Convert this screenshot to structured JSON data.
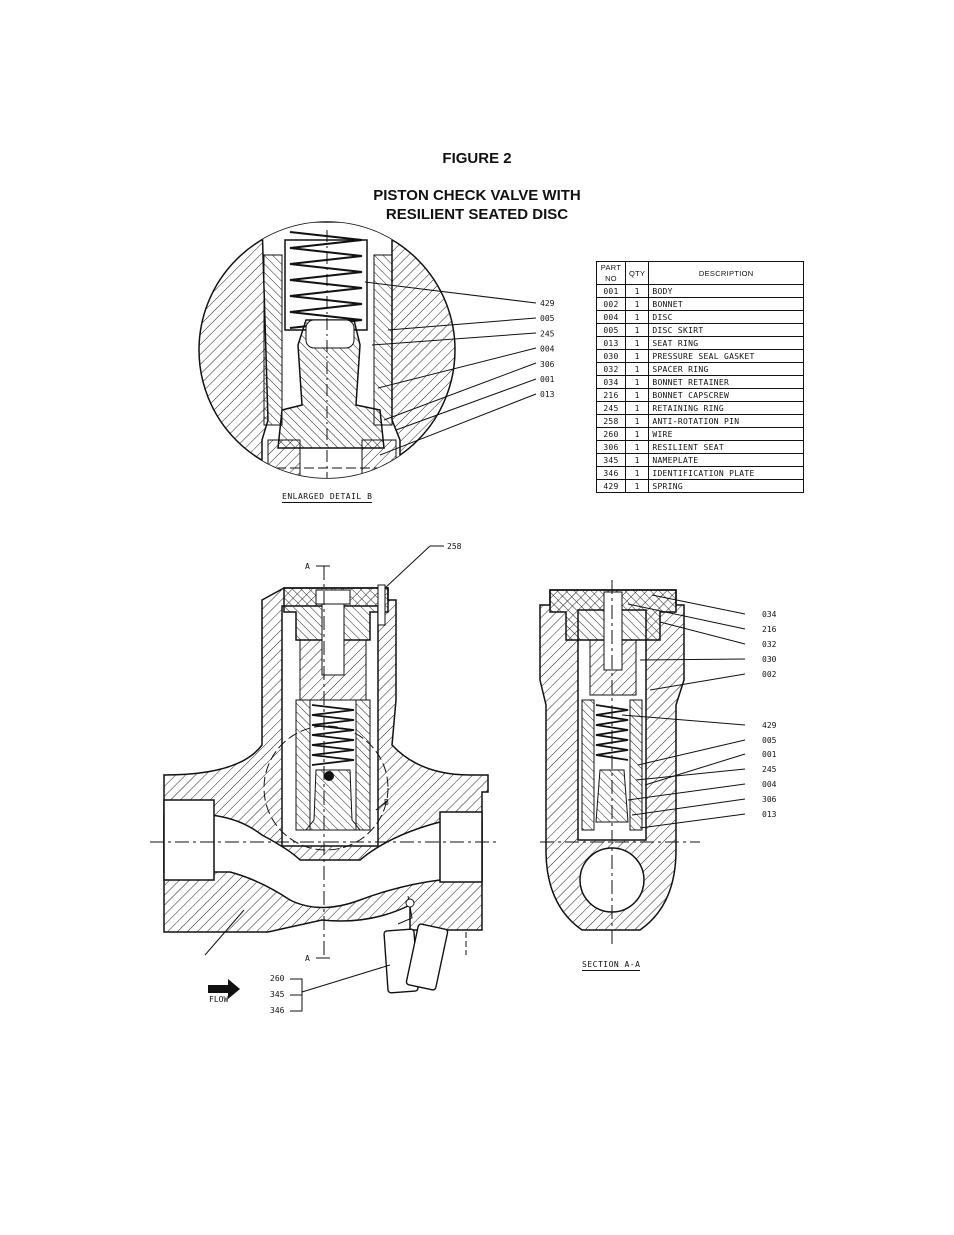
{
  "figure_label": "FIGURE 2",
  "title_line1": "PISTON CHECK VALVE WITH",
  "title_line2": "RESILIENT SEATED DISC",
  "parts_table": {
    "headers": [
      "PART NO",
      "QTY",
      "DESCRIPTION"
    ],
    "rows": [
      {
        "no": "001",
        "qty": "1",
        "desc": "BODY"
      },
      {
        "no": "002",
        "qty": "1",
        "desc": "BONNET"
      },
      {
        "no": "004",
        "qty": "1",
        "desc": "DISC"
      },
      {
        "no": "005",
        "qty": "1",
        "desc": "DISC SKIRT"
      },
      {
        "no": "013",
        "qty": "1",
        "desc": "SEAT RING"
      },
      {
        "no": "030",
        "qty": "1",
        "desc": "PRESSURE SEAL GASKET"
      },
      {
        "no": "032",
        "qty": "1",
        "desc": "SPACER RING"
      },
      {
        "no": "034",
        "qty": "1",
        "desc": "BONNET RETAINER"
      },
      {
        "no": "216",
        "qty": "1",
        "desc": "BONNET CAPSCREW"
      },
      {
        "no": "245",
        "qty": "1",
        "desc": "RETAINING RING"
      },
      {
        "no": "258",
        "qty": "1",
        "desc": "ANTI-ROTATION PIN"
      },
      {
        "no": "260",
        "qty": "1",
        "desc": "WIRE"
      },
      {
        "no": "306",
        "qty": "1",
        "desc": "RESILIENT SEAT"
      },
      {
        "no": "345",
        "qty": "1",
        "desc": "NAMEPLATE"
      },
      {
        "no": "346",
        "qty": "1",
        "desc": "IDENTIFICATION PLATE"
      },
      {
        "no": "429",
        "qty": "1",
        "desc": "SPRING"
      }
    ]
  },
  "detail_caption": "ENLARGED DETAIL B",
  "section_caption": "SECTION A-A",
  "detail_callouts": [
    "429",
    "005",
    "245",
    "004",
    "306",
    "001",
    "013"
  ],
  "section_callouts": [
    "034",
    "216",
    "032",
    "030",
    "002",
    "429",
    "005",
    "001",
    "245",
    "004",
    "306",
    "013"
  ],
  "main_callouts": {
    "pin": "258",
    "section_marker_top": "A",
    "section_marker_bottom": "A",
    "detail_marker": "B",
    "tags": [
      "260",
      "345",
      "346"
    ],
    "flow_label": "FLOW"
  }
}
